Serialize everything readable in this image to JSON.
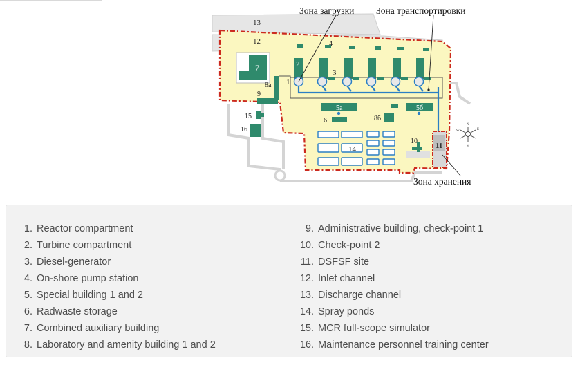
{
  "map": {
    "labels": {
      "zone_loading": "Зона загрузки",
      "zone_transport": "Зона транспортировки",
      "zone_storage": "Зона хранения"
    },
    "numbers": {
      "n13": "13",
      "n12": "12",
      "n4": "4",
      "n7": "7",
      "n2": "2",
      "n3": "3",
      "n1": "1",
      "n8a": "8a",
      "n9": "9",
      "n5a": "5a",
      "n5b": "5б",
      "n6": "6",
      "n8b": "8б",
      "n15": "15",
      "n16": "16",
      "n14": "14",
      "n10": "10",
      "n11": "11"
    },
    "compass": {
      "n": "N",
      "s": "S",
      "e": "E",
      "w": "W"
    },
    "colors": {
      "site_fill": "#fbf7c0",
      "boundary": "#cc2a1e",
      "building": "#2f8a6c",
      "channel": "#e7e7e7",
      "pipe": "#2b7fc4"
    }
  },
  "legend": {
    "left": [
      {
        "num": "1.",
        "text": "Reactor compartment"
      },
      {
        "num": "2.",
        "text": "Turbine compartment"
      },
      {
        "num": "3.",
        "text": "Diesel-generator"
      },
      {
        "num": "4.",
        "text": "On-shore pump station"
      },
      {
        "num": "5.",
        "text": "Special building 1 and 2"
      },
      {
        "num": "6.",
        "text": "Radwaste storage"
      },
      {
        "num": "7.",
        "text": "Combined auxiliary building"
      },
      {
        "num": "8.",
        "text": "Laboratory and amenity building 1 and 2"
      }
    ],
    "right": [
      {
        "num": "9.",
        "text": "Administrative building, check-point 1"
      },
      {
        "num": "10.",
        "text": "Check-point 2"
      },
      {
        "num": "11.",
        "text": "DSFSF site"
      },
      {
        "num": "12.",
        "text": "Inlet channel"
      },
      {
        "num": "13.",
        "text": "Discharge channel"
      },
      {
        "num": "14.",
        "text": "Spray ponds"
      },
      {
        "num": "15.",
        "text": "MCR full-scope simulator"
      },
      {
        "num": "16.",
        "text": "Maintenance personnel training center"
      }
    ]
  }
}
